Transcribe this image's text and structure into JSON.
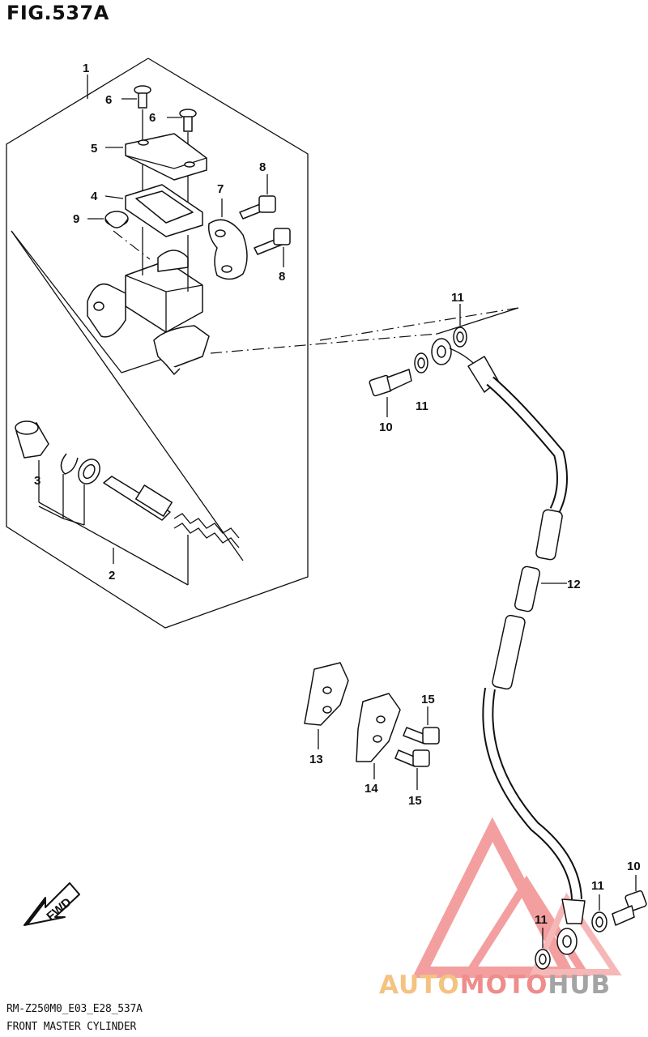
{
  "header": {
    "figure_title": "FIG.537A"
  },
  "footer": {
    "drawing_code": "RM-Z250M0_E03_E28_537A",
    "caption": "FRONT MASTER CYLINDER"
  },
  "direction_indicator": {
    "text": "FWD"
  },
  "watermark": {
    "part_a": "AUTO",
    "part_b": "MOTO",
    "part_c": "HUB"
  },
  "part_labels": [
    {
      "id": "1",
      "text": "1"
    },
    {
      "id": "6a",
      "text": "6"
    },
    {
      "id": "6b",
      "text": "6"
    },
    {
      "id": "5",
      "text": "5"
    },
    {
      "id": "8a",
      "text": "8"
    },
    {
      "id": "7",
      "text": "7"
    },
    {
      "id": "4",
      "text": "4"
    },
    {
      "id": "9",
      "text": "9"
    },
    {
      "id": "8b",
      "text": "8"
    },
    {
      "id": "11a",
      "text": "11"
    },
    {
      "id": "11b",
      "text": "11"
    },
    {
      "id": "10a",
      "text": "10"
    },
    {
      "id": "3",
      "text": "3"
    },
    {
      "id": "2",
      "text": "2"
    },
    {
      "id": "12",
      "text": "12"
    },
    {
      "id": "15a",
      "text": "15"
    },
    {
      "id": "13",
      "text": "13"
    },
    {
      "id": "14",
      "text": "14"
    },
    {
      "id": "15b",
      "text": "15"
    },
    {
      "id": "10b",
      "text": "10"
    },
    {
      "id": "11c",
      "text": "11"
    },
    {
      "id": "11d",
      "text": "11"
    }
  ],
  "colors": {
    "line": "#111111",
    "watermark_triangle": "#f08080"
  }
}
